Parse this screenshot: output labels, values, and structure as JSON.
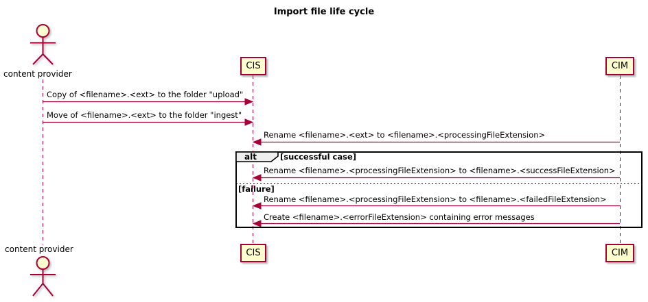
{
  "title": "Import file life cycle",
  "actor": {
    "label": "content provider"
  },
  "participants": [
    {
      "label": "CIS"
    },
    {
      "label": "CIM"
    }
  ],
  "messages": [
    {
      "from": "content provider",
      "to": "CIS",
      "text": "Copy of <filename>.<ext> to the folder \"upload\""
    },
    {
      "from": "content provider",
      "to": "CIS",
      "text": "Move of <filename>.<ext> to the folder \"ingest\""
    },
    {
      "from": "CIM",
      "to": "CIS",
      "text": "Rename <filename>.<ext> to <filename>.<processingFileExtension>"
    },
    {
      "from": "CIM",
      "to": "CIS",
      "text": "Rename <filename>.<processingFileExtension> to <filename>.<successFileExtension>"
    },
    {
      "from": "CIM",
      "to": "CIS",
      "text": "Rename <filename>.<processingFileExtension> to <filename>.<failedFileExtension>"
    },
    {
      "from": "CIM",
      "to": "CIS",
      "text": "Create <filename>.<errorFileExtension> containing error messages"
    }
  ],
  "alt_fragment": {
    "operator": "alt",
    "guards": [
      "[successful case]",
      "[failure]"
    ]
  },
  "colors": {
    "stroke": "#A80036",
    "participant_fill": "#FEFECE",
    "frame_border": "#000000",
    "text": "#000000",
    "background": "#FFFFFF"
  }
}
